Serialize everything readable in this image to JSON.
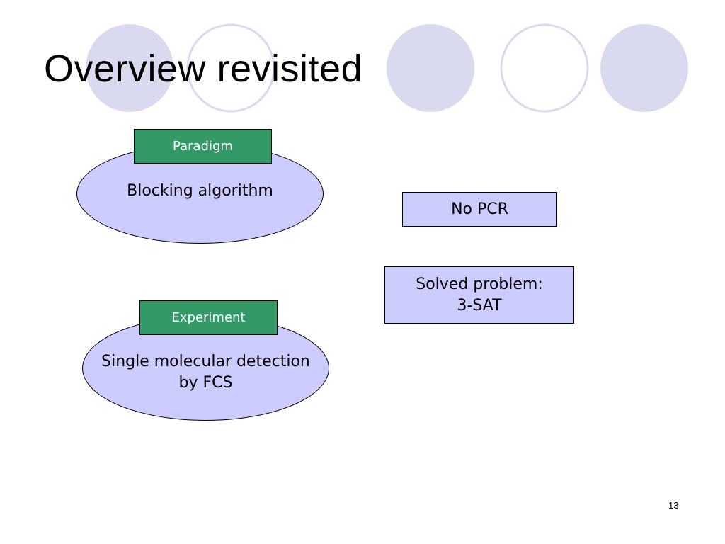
{
  "slide": {
    "title": "Overview revisited",
    "page_number": "13"
  },
  "colors": {
    "deco_circle_fill": "#d9d9f0",
    "deco_circle_ring": "#d9d9f0",
    "ellipse_fill": "#ccccff",
    "tag_fill": "#339966",
    "box_fill": "#ccccff"
  },
  "diagram": {
    "paradigm": {
      "tag": "Paradigm",
      "text": "Blocking algorithm"
    },
    "experiment": {
      "tag": "Experiment",
      "text_line1": "Single molecular detection",
      "text_line2": "by FCS"
    },
    "no_pcr": {
      "text": "No PCR"
    },
    "solved_problem": {
      "text_line1": "Solved problem:",
      "text_line2": "3-SAT"
    }
  }
}
